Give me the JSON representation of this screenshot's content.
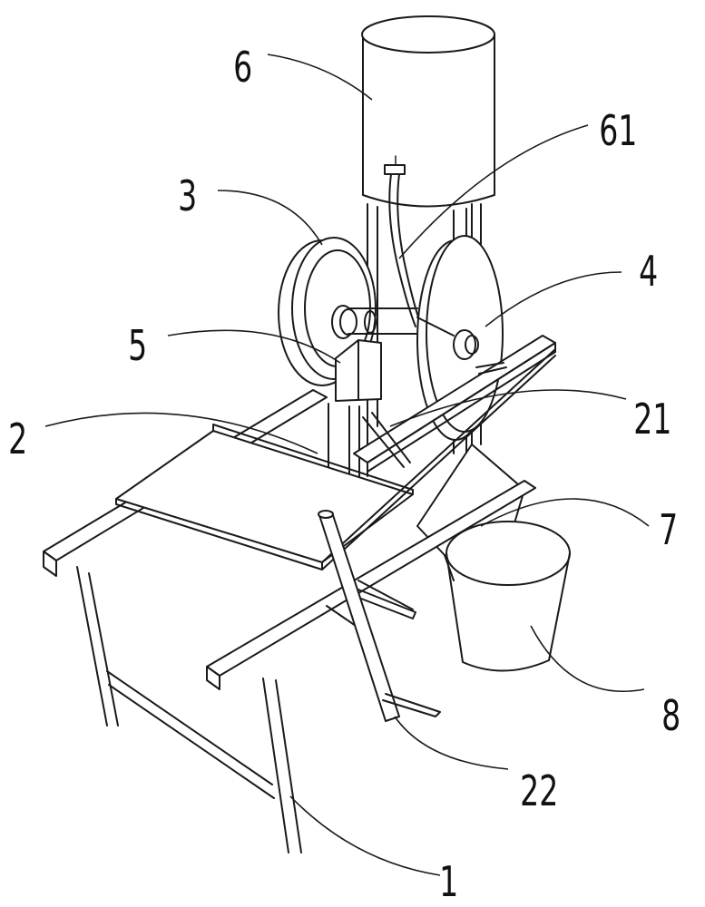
{
  "labels": {
    "l6": "6",
    "l61": "61",
    "l3": "3",
    "l4": "4",
    "l5": "5",
    "l21": "21",
    "l2": "2",
    "l7": "7",
    "l8": "8",
    "l22": "22",
    "l1": "1"
  },
  "colors": {
    "stroke": "#1a1a1a",
    "background": "#ffffff"
  }
}
